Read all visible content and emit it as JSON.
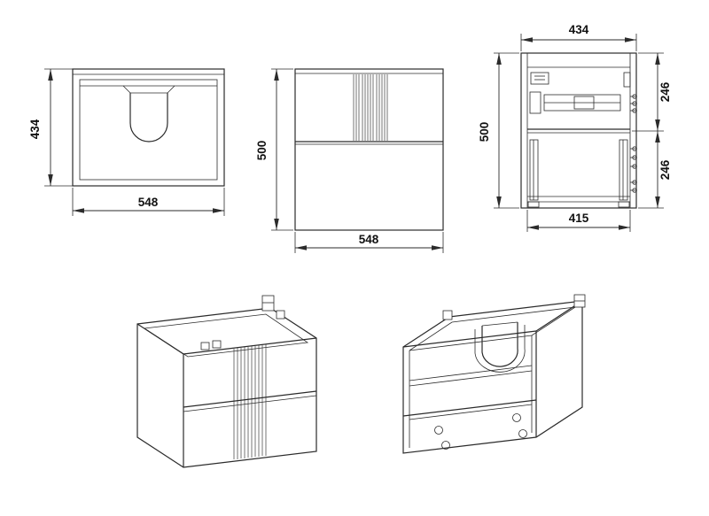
{
  "colors": {
    "line": "#2b2b2b",
    "background": "#ffffff",
    "text": "#111111"
  },
  "dimensions": {
    "top_view": {
      "height": "434",
      "width": "548"
    },
    "front_view": {
      "height": "500",
      "width": "548"
    },
    "rear_view": {
      "top_width": "434",
      "height": "500",
      "upper_section": "246",
      "lower_section": "246",
      "inner_width": "415"
    }
  }
}
